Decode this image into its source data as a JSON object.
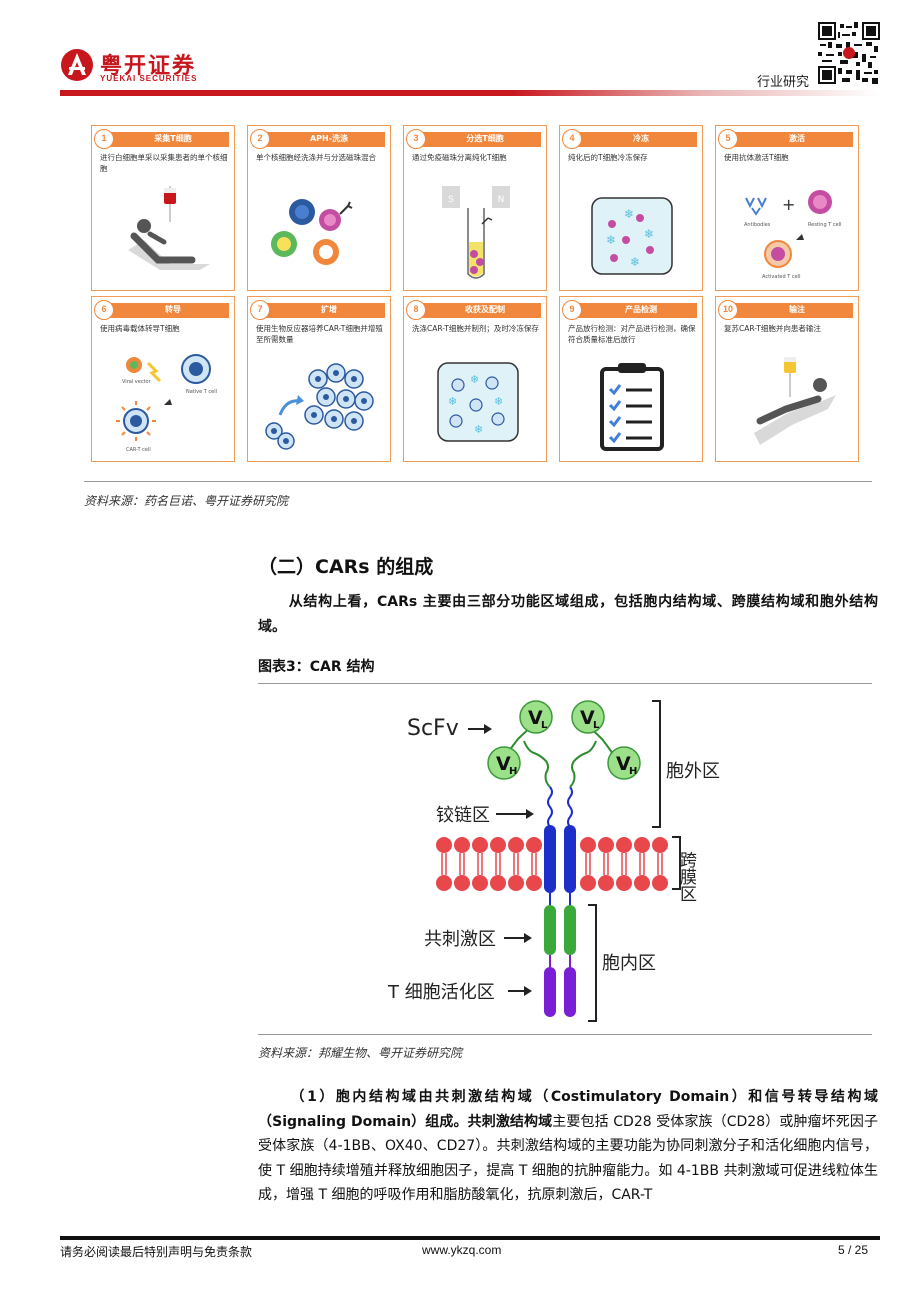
{
  "header": {
    "logo_cn": "粤开证券",
    "logo_en": "YUEKAI SECURITIES",
    "section_tag": "行业研究"
  },
  "process": {
    "steps": [
      {
        "num": "1",
        "title": "采集T细胞",
        "desc": "进行白细胞单采以采集患者的单个核细胞"
      },
      {
        "num": "2",
        "title": "APH-洗涤",
        "desc": "单个核细胞经洗涤并与分选磁珠混合"
      },
      {
        "num": "3",
        "title": "分选T细胞",
        "desc": "通过免疫磁珠分离纯化T细胞"
      },
      {
        "num": "4",
        "title": "冷冻",
        "desc": "纯化后的T细胞冷冻保存"
      },
      {
        "num": "5",
        "title": "激活",
        "desc": "使用抗体激活T细胞"
      },
      {
        "num": "6",
        "title": "转导",
        "desc": "使用病毒载体转导T细胞"
      },
      {
        "num": "7",
        "title": "扩增",
        "desc": "使用生物反应器培养CAR-T细胞并增殖至所需数量"
      },
      {
        "num": "8",
        "title": "收获及配制",
        "desc": "洗涤CAR-T细胞并制剂；及时冷冻保存"
      },
      {
        "num": "9",
        "title": "产品检测",
        "desc": "产品放行检测：对产品进行检测，确保符合质量标准后放行"
      },
      {
        "num": "10",
        "title": "输注",
        "desc": "复苏CAR-T细胞并向患者输注"
      }
    ],
    "illus_labels": {
      "sort_s": "S",
      "sort_n": "N",
      "antibodies": "Antibodies",
      "resting": "Resting T cell",
      "activated": "Activated T cell",
      "viral": "Viral vector",
      "native": "Native T cell",
      "cart": "CAR-T cell"
    }
  },
  "source1": "资料来源：药名巨诺、粤开证券研究院",
  "section": {
    "heading": "（二）CARs 的组成",
    "para1": "从结构上看，CARs 主要由三部分功能区域组成，包括胞内结构域、跨膜结构域和胞外结构域。"
  },
  "figure": {
    "caption": "图表3：CAR 结构",
    "labels": {
      "scfv": "ScFv",
      "hinge": "铰链区",
      "extracellular": "胞外区",
      "transmembrane": "跨膜区",
      "costim": "共刺激区",
      "activation": "T 细胞活化区",
      "intracellular": "胞内区",
      "vl": "V",
      "vl_sub": "L",
      "vh": "V",
      "vh_sub": "H"
    }
  },
  "source2": "资料来源：邦耀生物、粤开证券研究院",
  "para2": {
    "bold1": "（1）胞内结构域由共刺激结构域（Costimulatory Domain）和信号转导结构域（Signaling Domain）组成。",
    "bold2": "共刺激结构域",
    "rest": "主要包括 CD28 受体家族（CD28）或肿瘤坏死因子受体家族（4-1BB、OX40、CD27）。共刺激结构域的主要功能为协同刺激分子和活化细胞内信号，使 T 细胞持续增殖并释放细胞因子，提高 T 细胞的抗肿瘤能力。如 4-1BB 共刺激域可促进线粒体生成，增强 T 细胞的呼吸作用和脂肪酸氧化，抗原刺激后，CAR-T"
  },
  "footer": {
    "disclaimer": "请务必阅读最后特别声明与免责条款",
    "website": "www.ykzq.com",
    "page": "5 / 25"
  },
  "colors": {
    "brand_red": "#c8161d",
    "step_orange": "#f0873c",
    "membrane_red": "#e8474c",
    "domain_blue": "#1d2fc9",
    "domain_green": "#3aa83a",
    "domain_purple": "#7a1fd6",
    "vregion_green": "#9de08a"
  }
}
